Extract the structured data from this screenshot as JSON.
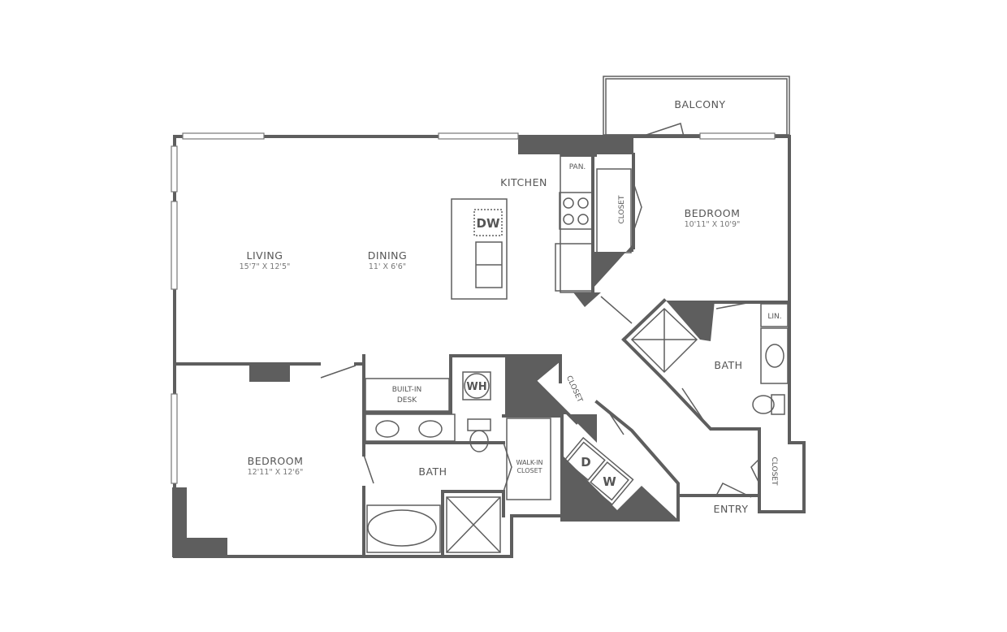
{
  "plan": {
    "wall_color": "#5e5e5e",
    "rooms": {
      "balcony": {
        "name": "BALCONY"
      },
      "kitchen": {
        "name": "KITCHEN"
      },
      "pantry": {
        "name": "PAN."
      },
      "closet_kitchen": {
        "name": "CLOSET"
      },
      "bedroom_1": {
        "name": "BEDROOM",
        "dims": "10'11\" X 10'9\""
      },
      "living": {
        "name": "LIVING",
        "dims": "15'7\" X 12'5\""
      },
      "dining": {
        "name": "DINING",
        "dims": "11' X 6'6\""
      },
      "linen": {
        "name": "LIN."
      },
      "bath_1": {
        "name": "BATH"
      },
      "built_in_desk": {
        "name_line1": "BUILT-IN",
        "name_line2": "DESK"
      },
      "water_heater": {
        "name": "WH"
      },
      "closet_hall": {
        "name": "CLOSET"
      },
      "bedroom_2": {
        "name": "BEDROOM",
        "dims": "12'11\" X 12'6\""
      },
      "bath_2": {
        "name": "BATH"
      },
      "walk_in_closet": {
        "name_line1": "WALK-IN",
        "name_line2": "CLOSET"
      },
      "entry": {
        "name": "ENTRY"
      },
      "closet_entry": {
        "name": "CLOSET"
      }
    },
    "appliances": {
      "dishwasher": "DW",
      "dryer": "D",
      "washer": "W"
    }
  }
}
